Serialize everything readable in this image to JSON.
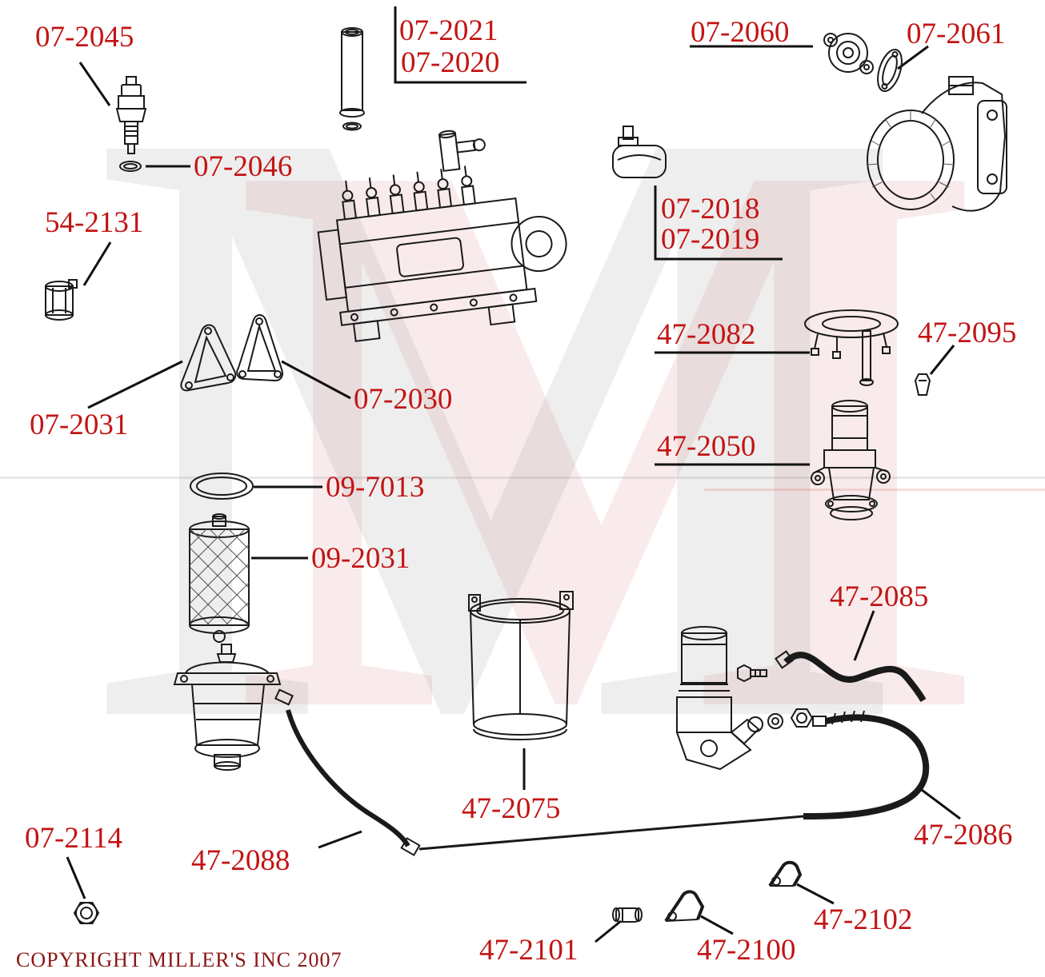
{
  "diagram": {
    "copyright": "COPYRIGHT MILLER'S INC 2007",
    "watermark": "M",
    "colors": {
      "label_red": "#c31414",
      "copyright_red": "#8b1515",
      "line_black": "#1a1a1a",
      "watermark_gray": "rgba(125,125,125,0.13)",
      "watermark_pink": "rgba(205,90,90,0.12)"
    }
  },
  "labels": {
    "07-2045": "07-2045",
    "07-2021": "07-2021",
    "07-2020": "07-2020",
    "07-2060": "07-2060",
    "07-2061": "07-2061",
    "07-2046": "07-2046",
    "54-2131": "54-2131",
    "07-2018": "07-2018",
    "07-2019": "07-2019",
    "47-2082": "47-2082",
    "47-2095": "47-2095",
    "07-2031": "07-2031",
    "07-2030": "07-2030",
    "47-2050": "47-2050",
    "09-7013": "09-7013",
    "09-2031": "09-2031",
    "47-2085": "47-2085",
    "07-2114": "07-2114",
    "47-2088": "47-2088",
    "47-2075": "47-2075",
    "47-2086": "47-2086",
    "47-2101": "47-2101",
    "47-2100": "47-2100",
    "47-2102": "47-2102"
  }
}
